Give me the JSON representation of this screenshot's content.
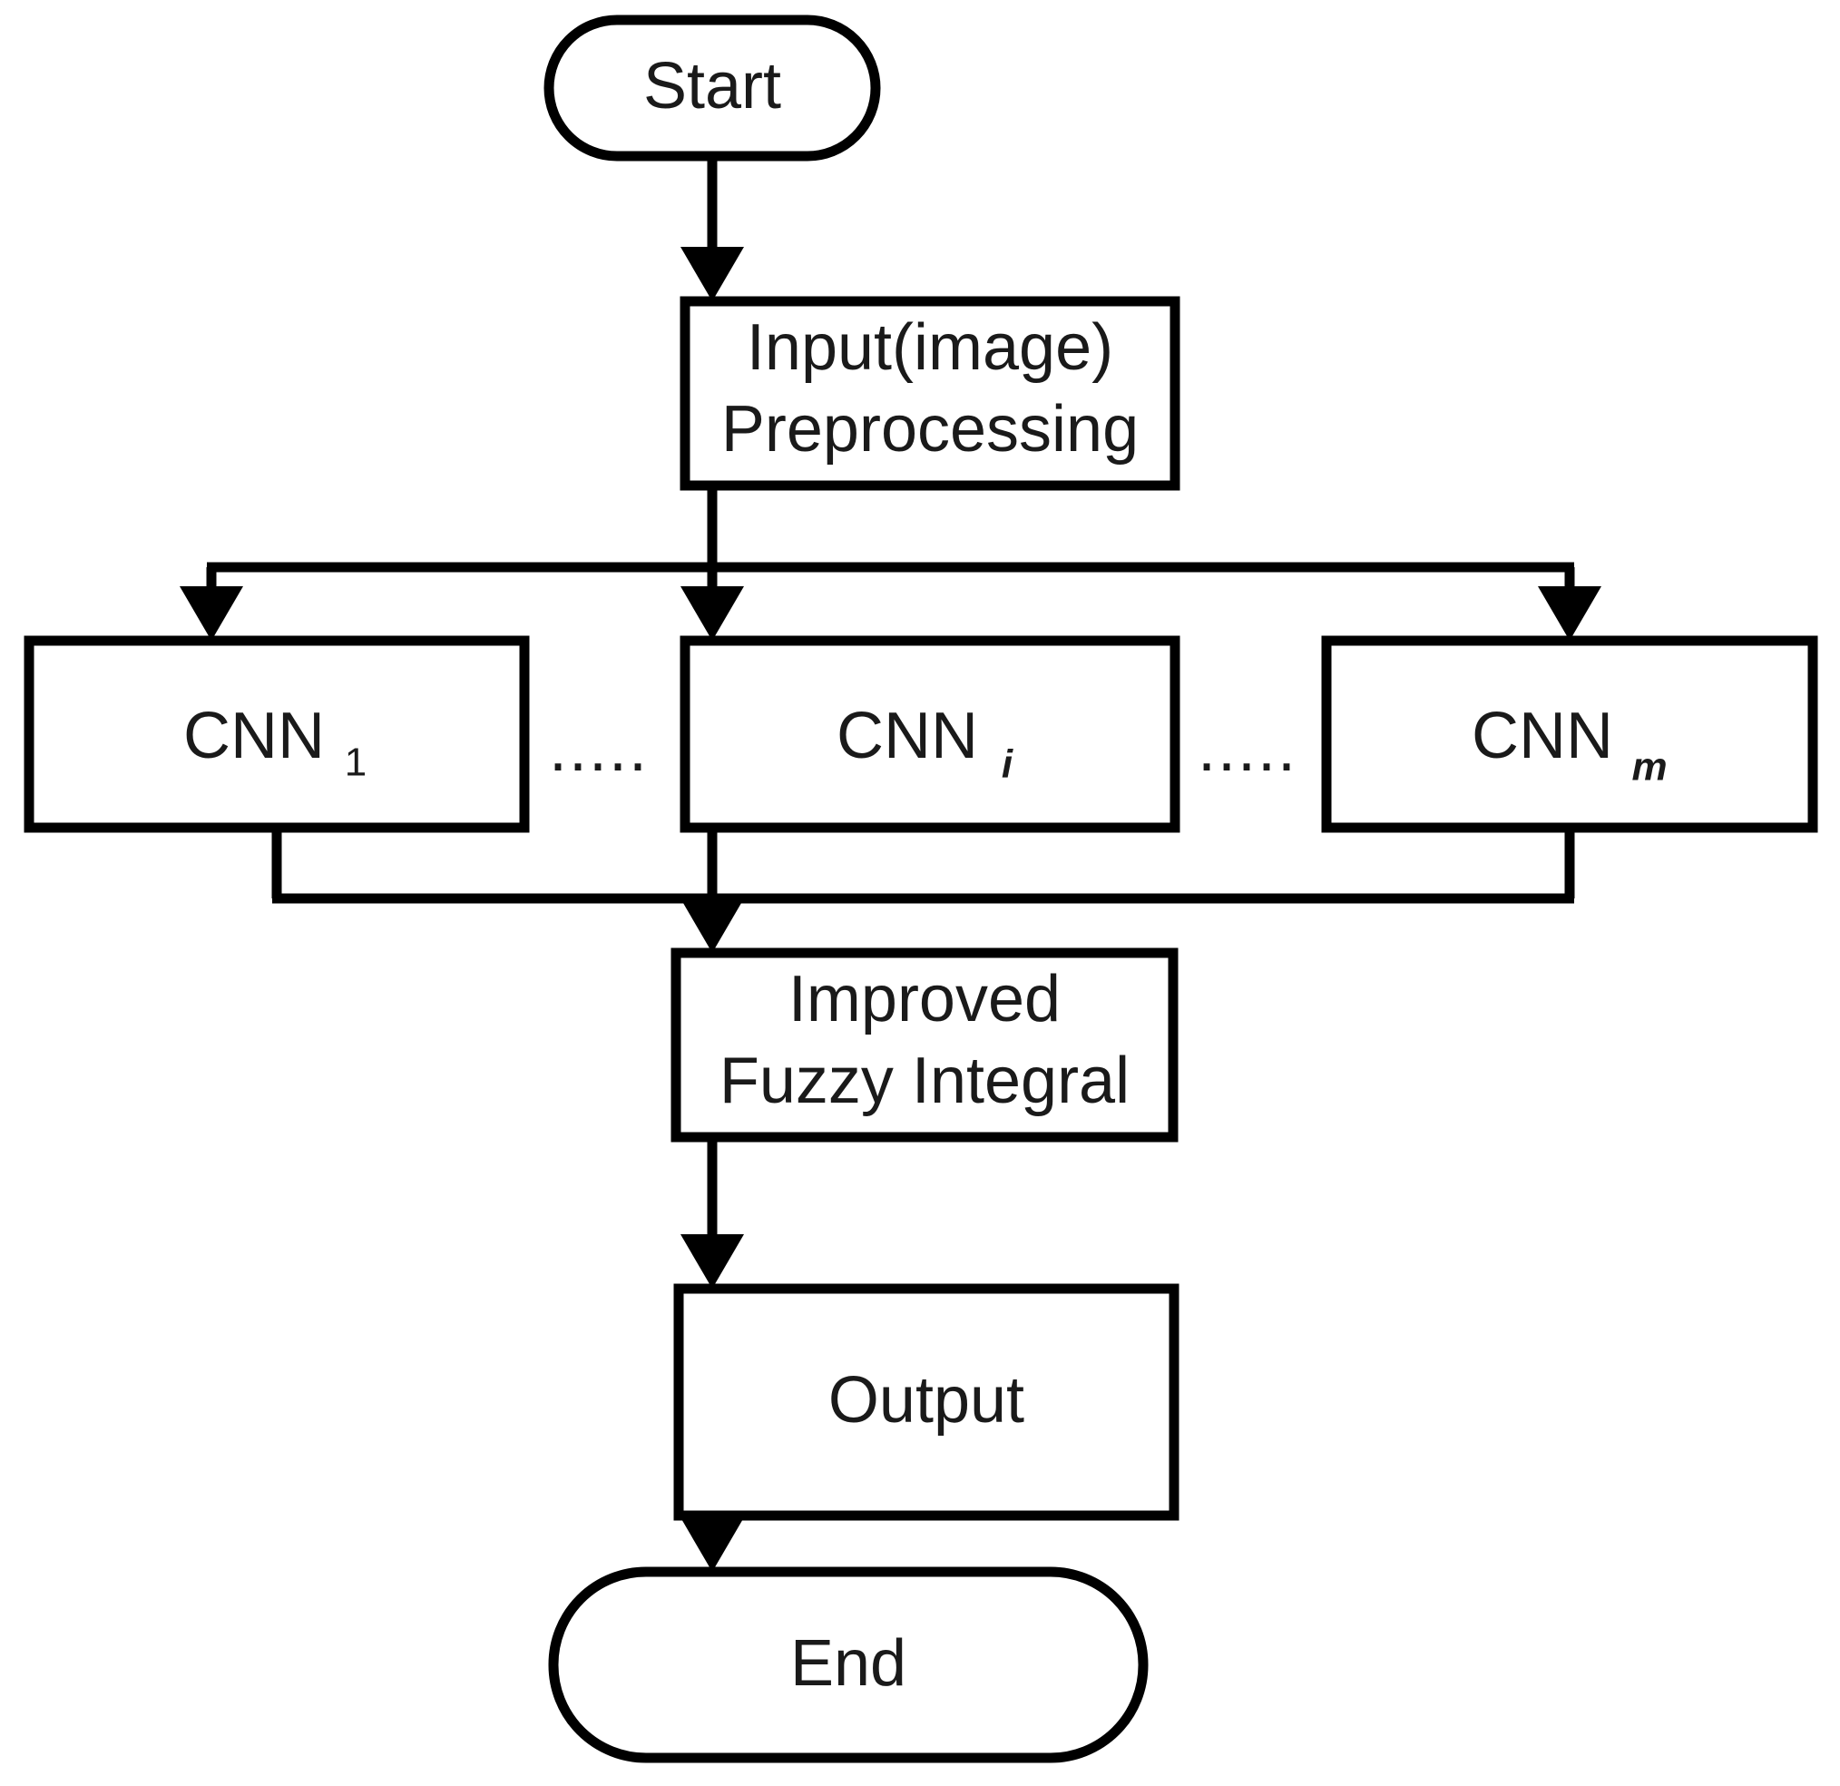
{
  "diagram": {
    "type": "flowchart",
    "orientation": "top-to-bottom",
    "background_color": "#ffffff",
    "line_color": "#000000",
    "text_color": "#1a1a1a",
    "nodes": {
      "start": {
        "label": "Start",
        "shape": "stadium"
      },
      "preprocess": {
        "line1": "Input(image)",
        "line2": "Preprocessing",
        "shape": "rectangle"
      },
      "cnn_1": {
        "base": "CNN",
        "subscript": "1",
        "shape": "rectangle"
      },
      "cnn_i": {
        "base": "CNN",
        "subscript": "i",
        "shape": "rectangle"
      },
      "cnn_m": {
        "base": "CNN",
        "subscript": "m",
        "shape": "rectangle"
      },
      "fuzzy": {
        "line1": "Improved",
        "line2": "Fuzzy Integral",
        "shape": "rectangle"
      },
      "output": {
        "label": "Output",
        "shape": "rectangle"
      },
      "end": {
        "label": "End",
        "shape": "stadium"
      }
    },
    "separators": {
      "left_ellipsis": ".....",
      "right_ellipsis": "....."
    },
    "edges": [
      {
        "from": "start",
        "to": "preprocess",
        "style": "arrow"
      },
      {
        "from": "preprocess",
        "to": "cnn_1",
        "style": "split-arrow"
      },
      {
        "from": "preprocess",
        "to": "cnn_i",
        "style": "split-arrow"
      },
      {
        "from": "preprocess",
        "to": "cnn_m",
        "style": "split-arrow"
      },
      {
        "from": "cnn_1",
        "to": "fuzzy",
        "style": "merge"
      },
      {
        "from": "cnn_i",
        "to": "fuzzy",
        "style": "merge-arrow"
      },
      {
        "from": "cnn_m",
        "to": "fuzzy",
        "style": "merge"
      },
      {
        "from": "fuzzy",
        "to": "output",
        "style": "arrow"
      },
      {
        "from": "output",
        "to": "end",
        "style": "arrow"
      }
    ]
  }
}
